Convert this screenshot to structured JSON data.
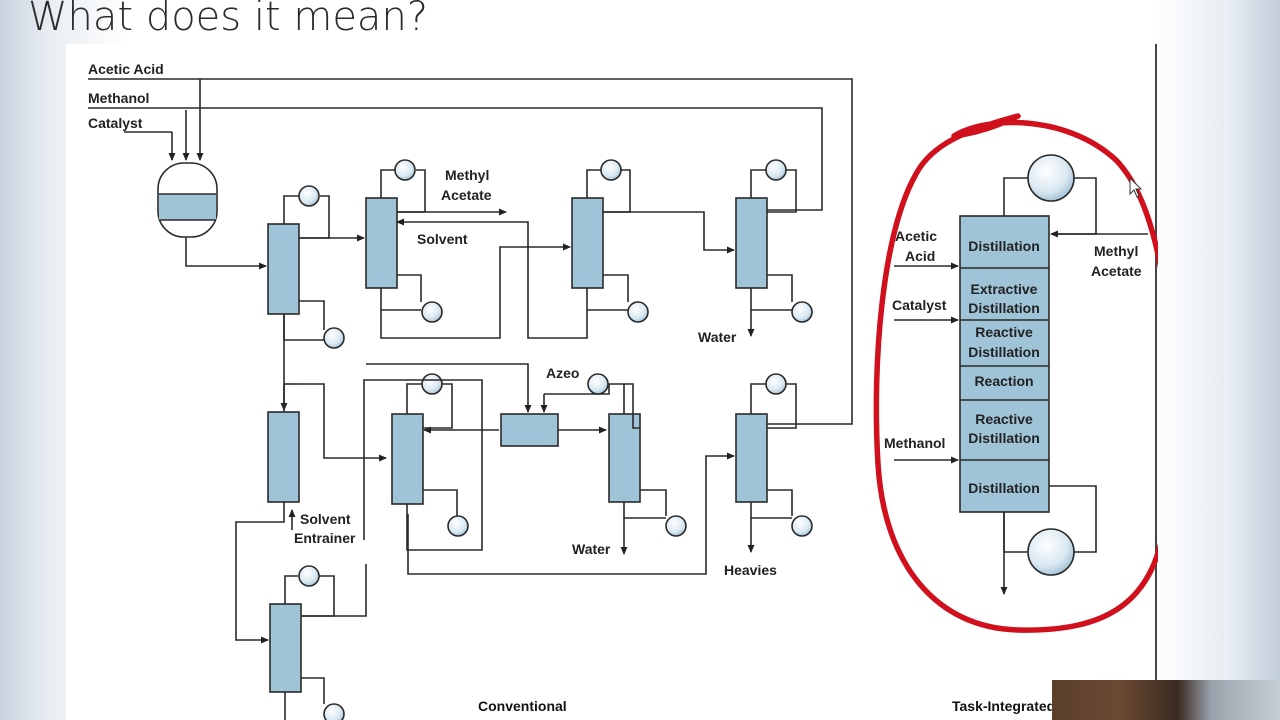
{
  "title": "What does it mean?",
  "conventional": {
    "feeds": {
      "acetic_acid": "Acetic Acid",
      "methanol": "Methanol",
      "catalyst": "Catalyst"
    },
    "methyl_acetate": [
      "Methyl",
      "Acetate"
    ],
    "solvent": "Solvent",
    "water_top": "Water",
    "azeo": "Azeo",
    "solvent_entrainer": [
      "Solvent",
      "Entrainer"
    ],
    "water_bottom": "Water",
    "heavies": "Heavies",
    "caption": "Conventional"
  },
  "integrated": {
    "sections": [
      "Distillation",
      [
        "Extractive",
        "Distillation"
      ],
      [
        "Reactive",
        "Distillation"
      ],
      "Reaction",
      [
        "Reactive",
        "Distillation"
      ],
      "Distillation"
    ],
    "acetic_acid": [
      "Acetic",
      "Acid"
    ],
    "catalyst": "Catalyst",
    "methanol": "Methanol",
    "methyl_acetate": [
      "Methyl",
      "Acetate"
    ],
    "caption": "Task-Integrated"
  },
  "colors": {
    "equipment_fill": "#9fc3d7",
    "line": "#2a2a2a",
    "highlight": "#d0101c"
  }
}
